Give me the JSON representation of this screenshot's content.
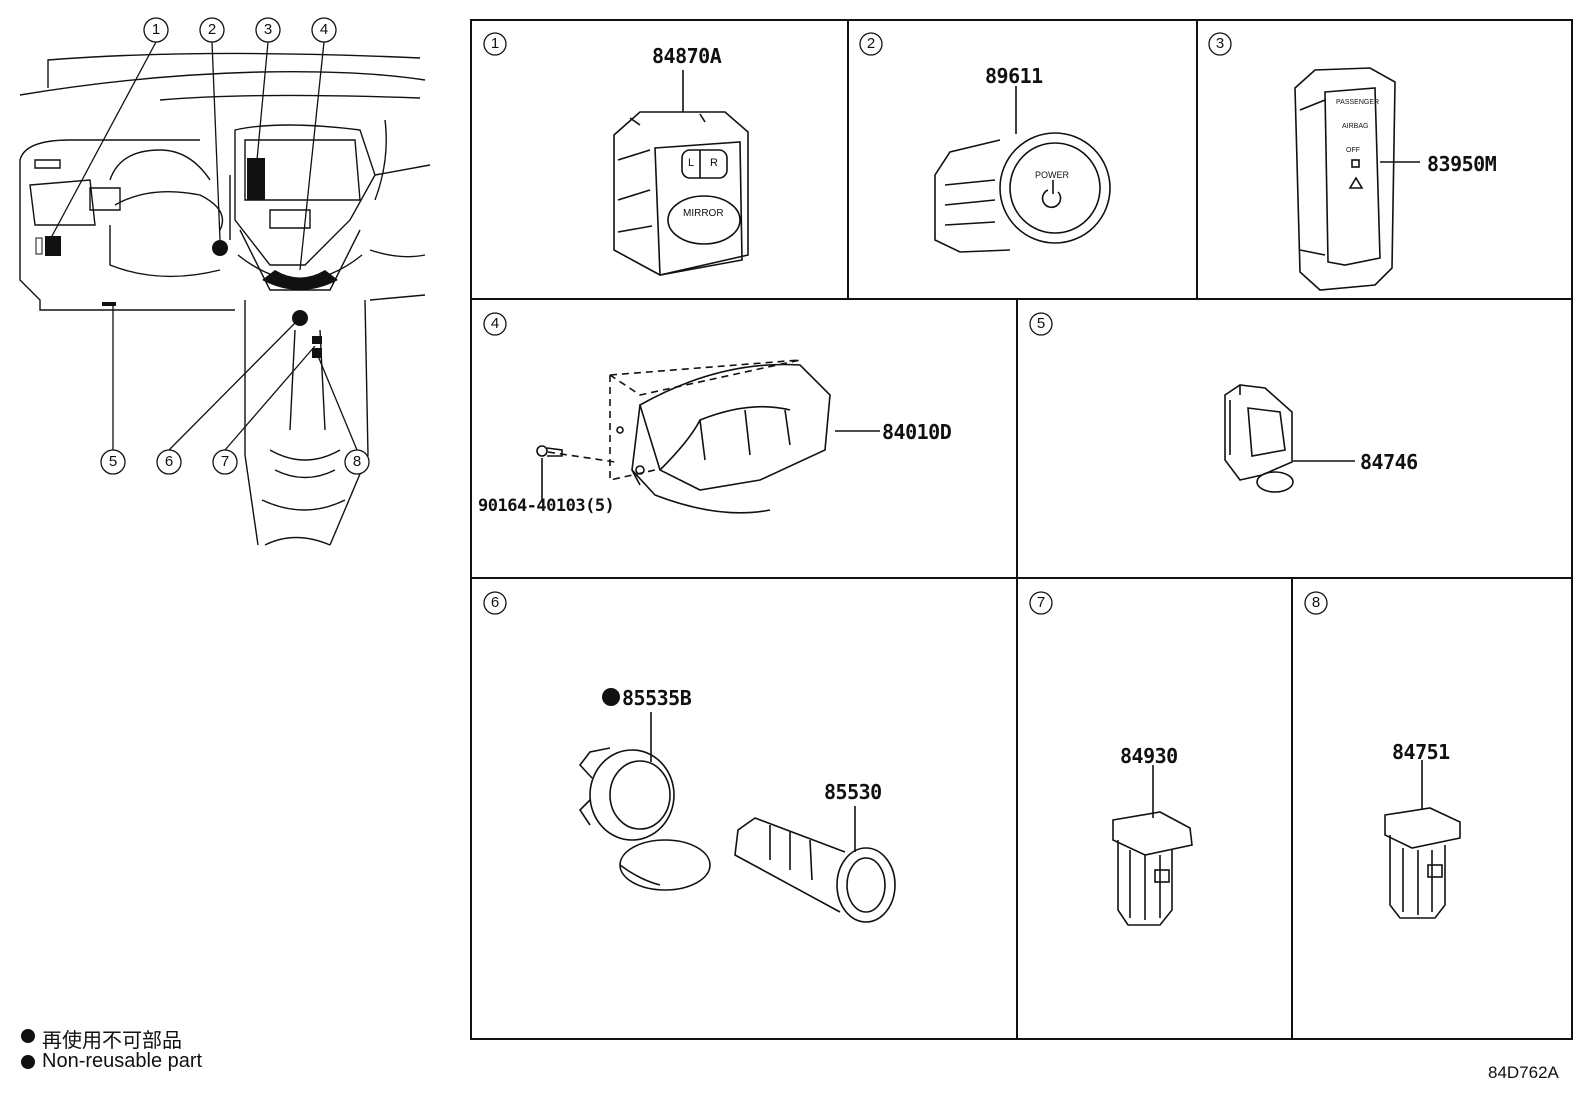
{
  "callouts": [
    "1",
    "2",
    "3",
    "4",
    "5",
    "6",
    "7",
    "8"
  ],
  "panels": [
    {
      "index": "1",
      "parts": [
        {
          "number": "84870A"
        }
      ],
      "labels": {
        "mirror": "MIRROR",
        "l": "L",
        "r": "R"
      }
    },
    {
      "index": "2",
      "parts": [
        {
          "number": "89611"
        }
      ],
      "labels": {
        "power": "POWER"
      }
    },
    {
      "index": "3",
      "parts": [
        {
          "number": "83950M"
        }
      ]
    },
    {
      "index": "4",
      "parts": [
        {
          "number": "84010D"
        },
        {
          "number": "90164-40103(5)"
        }
      ]
    },
    {
      "index": "5",
      "parts": [
        {
          "number": "84746"
        }
      ]
    },
    {
      "index": "6",
      "parts": [
        {
          "number": "85535B",
          "non_reusable": true
        },
        {
          "number": "85530"
        }
      ]
    },
    {
      "index": "7",
      "parts": [
        {
          "number": "84930"
        }
      ]
    },
    {
      "index": "8",
      "parts": [
        {
          "number": "84751"
        }
      ]
    }
  ],
  "legend": {
    "jp": "再使用不可部品",
    "en": "Non-reusable part"
  },
  "diagram_id": "84D762A"
}
